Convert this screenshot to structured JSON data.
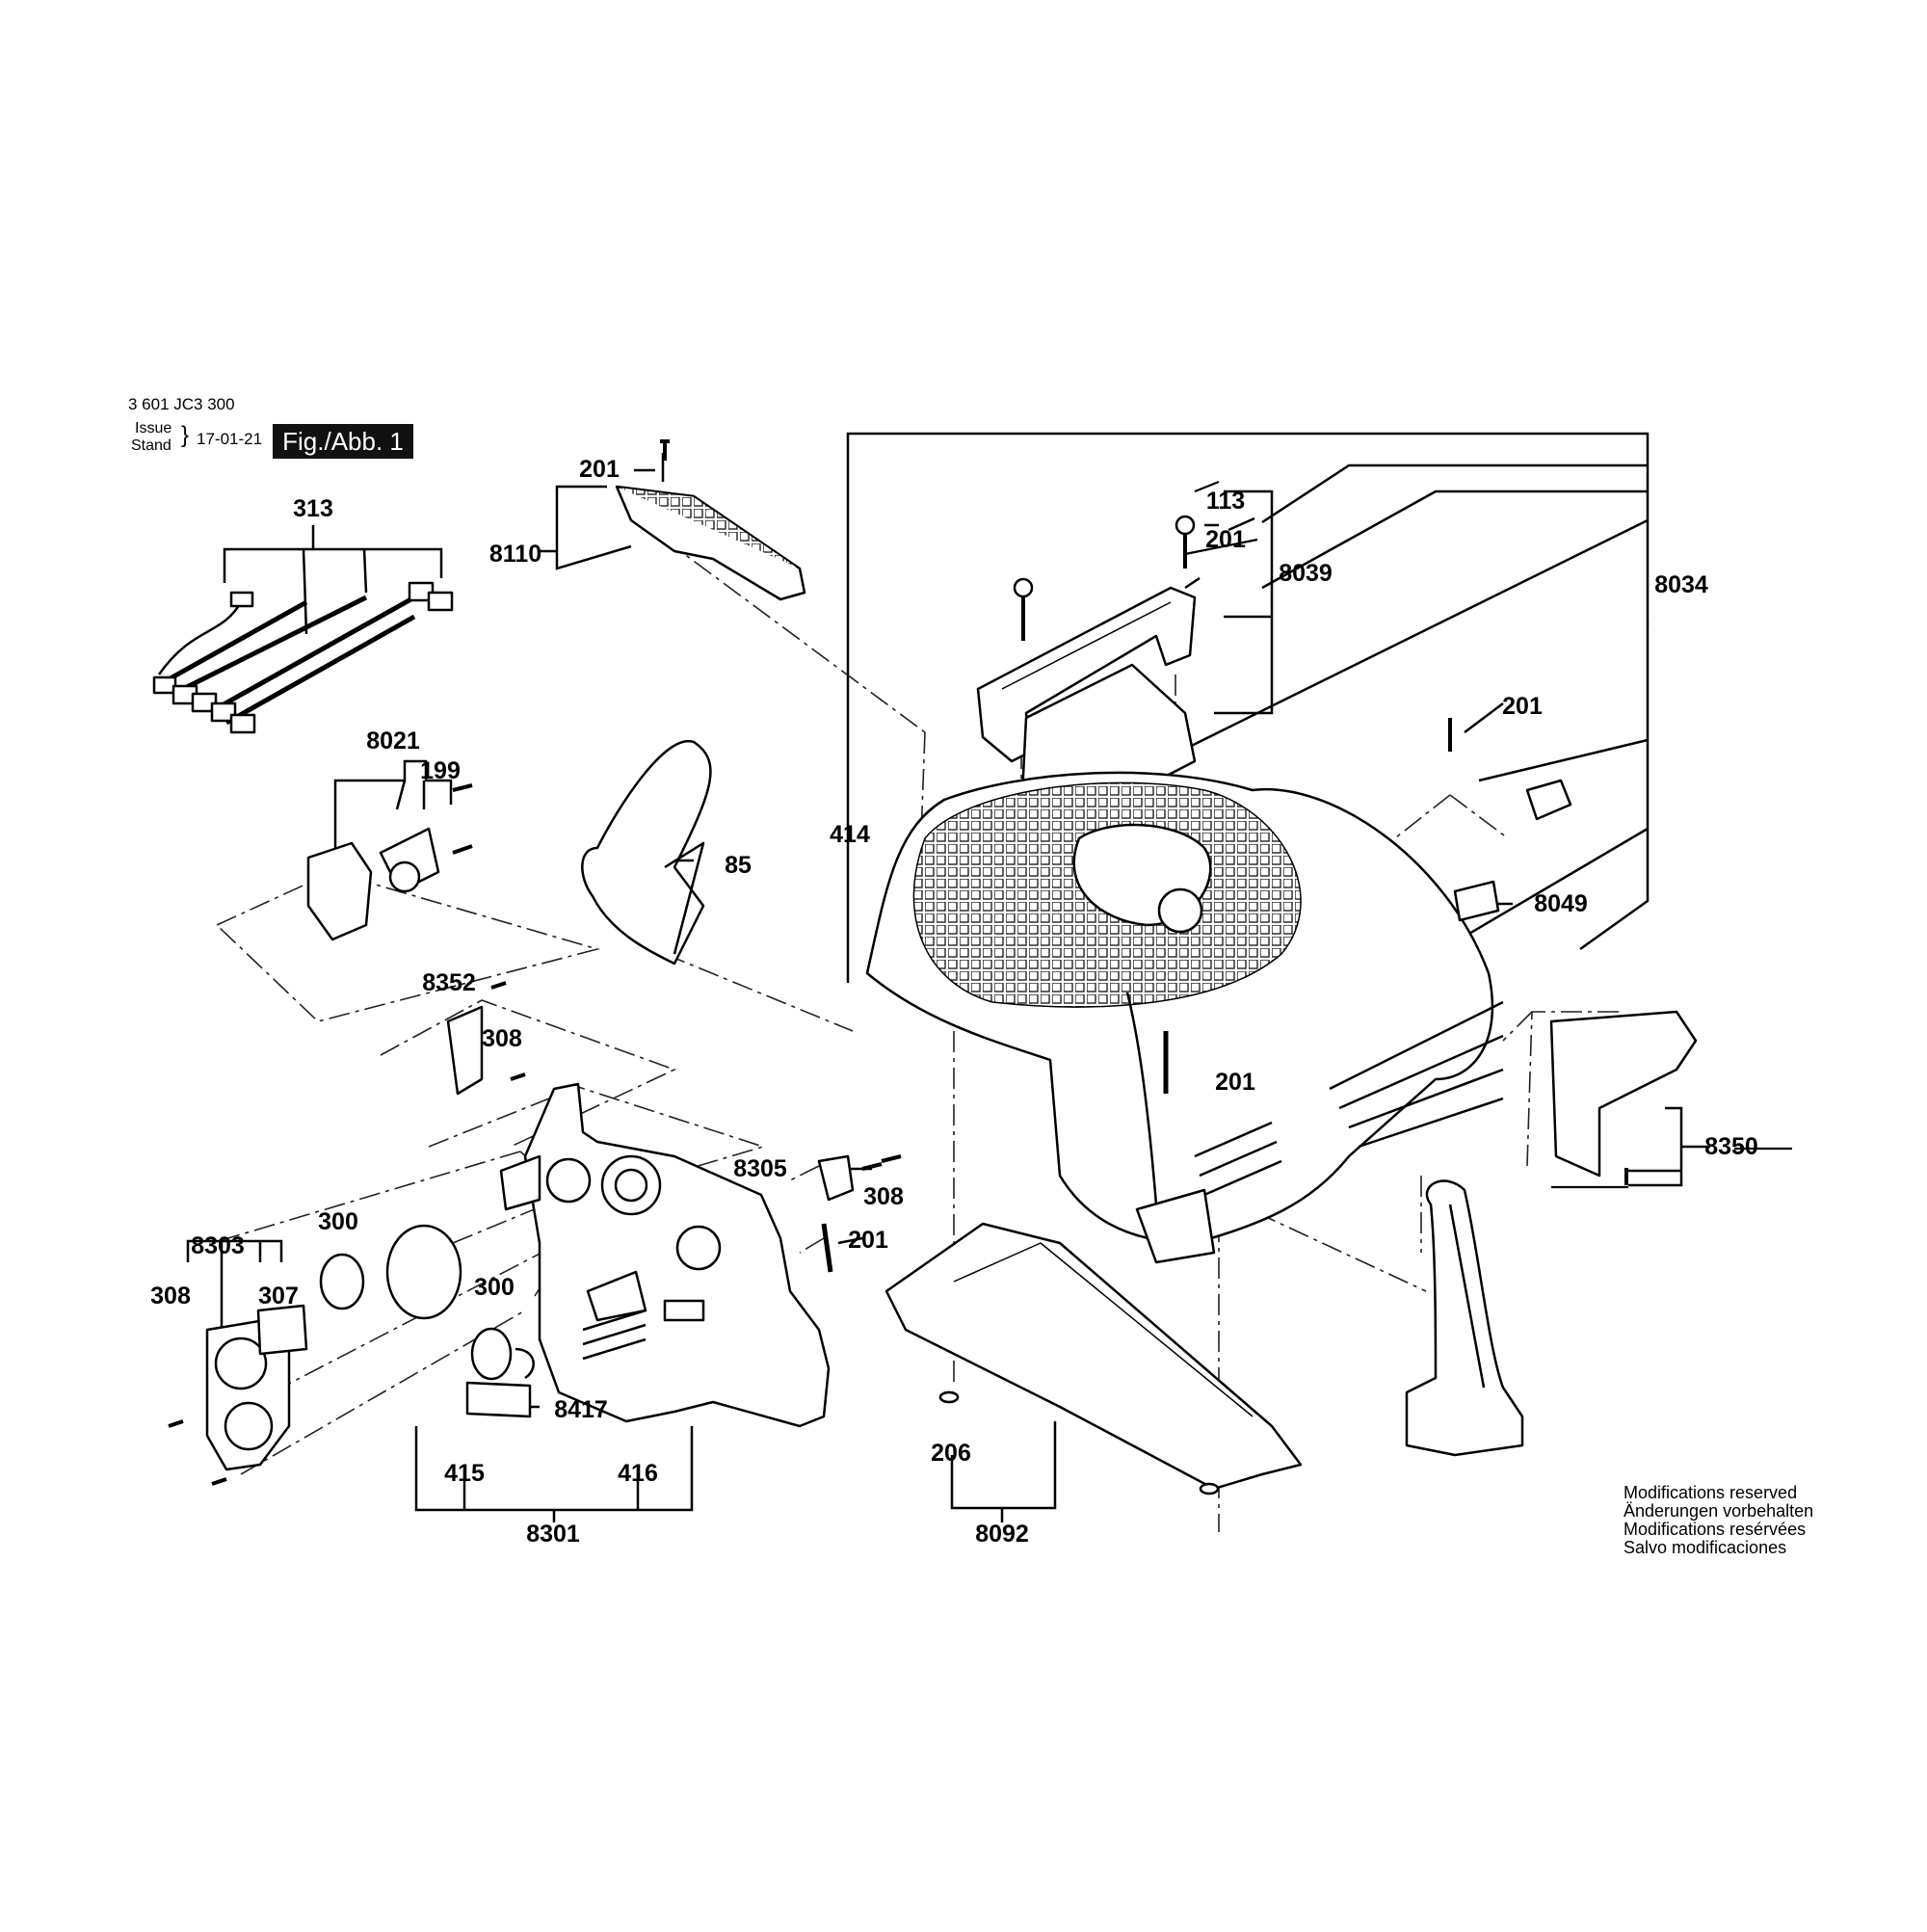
{
  "header": {
    "drawing_number": "3 601 JC3 300",
    "issue_word": "Issue",
    "stand_word": "Stand",
    "date": "17-01-21",
    "figure": "Fig./Abb. 1"
  },
  "notes": [
    "Modifications reserved",
    "Änderungen vorbehalten",
    "Modifications resérvées",
    "Salvo modificaciones"
  ],
  "labels": {
    "l_313": "313",
    "l_201_top": "201",
    "l_8110": "8110",
    "l_113": "113",
    "l_201_handle": "201",
    "l_8039": "8039",
    "l_8034": "8034",
    "l_8021": "8021",
    "l_199": "199",
    "l_201_right": "201",
    "l_414": "414",
    "l_85": "85",
    "l_8049": "8049",
    "l_8352": "8352",
    "l_308_a": "308",
    "l_201_mid": "201",
    "l_8350": "8350",
    "l_8305": "8305",
    "l_308_b": "308",
    "l_201_low": "201",
    "l_300_a": "300",
    "l_8303": "8303",
    "l_308_c": "308",
    "l_307": "307",
    "l_300_b": "300",
    "l_8417": "8417",
    "l_415": "415",
    "l_416": "416",
    "l_206": "206",
    "l_8301": "8301",
    "l_8092": "8092"
  }
}
